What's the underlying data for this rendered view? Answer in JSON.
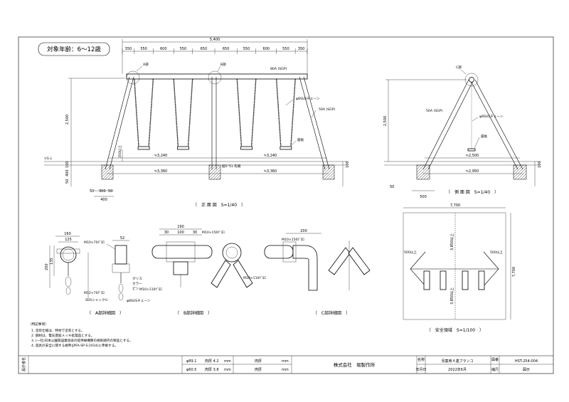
{
  "target_age": "対象年齢：6〜12歳",
  "front": {
    "caption": "（　正 面 図　S=1/40　）",
    "overall_width": "5,400",
    "top_dims": [
      "350",
      "550",
      "600",
      "550",
      "650",
      "650",
      "550",
      "600",
      "550",
      "350"
    ],
    "height": "2,500",
    "span_inner": "≒3,240",
    "span_base": "≒3,360",
    "right_low": "100",
    "foundation": [
      "50",
      "400",
      "100"
    ],
    "foot_dims": [
      "50",
      "300",
      "50"
    ],
    "foot_total": "400",
    "gl": "▽G.L",
    "part_a": "A部",
    "part_b": "B部",
    "beam": "80A (SGP)",
    "chain": "φ8SUSチェーン",
    "leg": "50A (SGP)",
    "seat": "座板",
    "seat_h": "350以上",
    "base_label": "据5°51 先端"
  },
  "side": {
    "caption": "（　側 面 図　S=1/40　）",
    "part_c": "C部",
    "leg": "50A (SGP)",
    "chain": "φ8SUSチェーン",
    "seat": "座板",
    "height": "2,500",
    "span_inner": "≒2,500",
    "span_base": "≒2,950",
    "foot_total": "500",
    "right_low": "100",
    "right_small": "50"
  },
  "detail_a": {
    "caption": "（　A部詳細図　）",
    "d1": "160",
    "d2": "125",
    "d3": "52",
    "h1": "200",
    "h2": "135",
    "bolt": "M10×70ｸﾞﾛﾛ",
    "bolt2": "M12×70ｸﾞﾛﾛ",
    "grease": "グリス",
    "collar": "カラー",
    "pin": "ピン",
    "chain": "φ8SUSチェーン",
    "shackle": "SUSシャックル"
  },
  "detail_b": {
    "caption": "（　B部詳細図　）",
    "d1": "190",
    "d2": "30",
    "d3": "100",
    "d4": "30",
    "bolt": "M10×150ｸﾞﾛﾛ",
    "bolt2": "M10×110ｸﾞﾛﾛ"
  },
  "detail_c": {
    "caption": "（　C部詳細図　）",
    "d1": "200",
    "bolt": "M10×150ｸﾞﾛﾛ",
    "bolt2": "M10×110ｸﾞﾛﾛ"
  },
  "safety": {
    "caption": "（　安全領域　S=1/100　）",
    "w": "7,700",
    "h": "7,700",
    "up": "3,850以上",
    "down": "3,850以上",
    "left": "500以上",
    "right": "500以上"
  },
  "notes": {
    "title": "〔特記事項〕",
    "items": [
      "1. 塗装仕様は、特材で塗装とする。",
      "2. 鋼材は、電気亜鉛メッキ処理品とする。",
      "3. (一社)日本公園施設業協会の提供線構算の規則順内の製品とする。",
      "4. 遊具の安全に関する規準(JPFA-SP-S:2014)に準拠する。"
    ]
  },
  "title_block": {
    "col_label": "設計者名",
    "pipe1": "φ89.1",
    "pipe1_th": "肉厚 4.2",
    "pipe2": "φ60.5",
    "pipe2_th": "肉厚 3.8",
    "th_label": "肉厚",
    "unit": "mm",
    "company": "株式会社　堀製作所",
    "label_name": "名称",
    "label_date": "年月日",
    "name": "児童用４連ブランコ",
    "date": "2022年6月",
    "label_no": "図番",
    "label_scale": "縮尺",
    "code": "HST-254-004",
    "scale": "図示"
  }
}
